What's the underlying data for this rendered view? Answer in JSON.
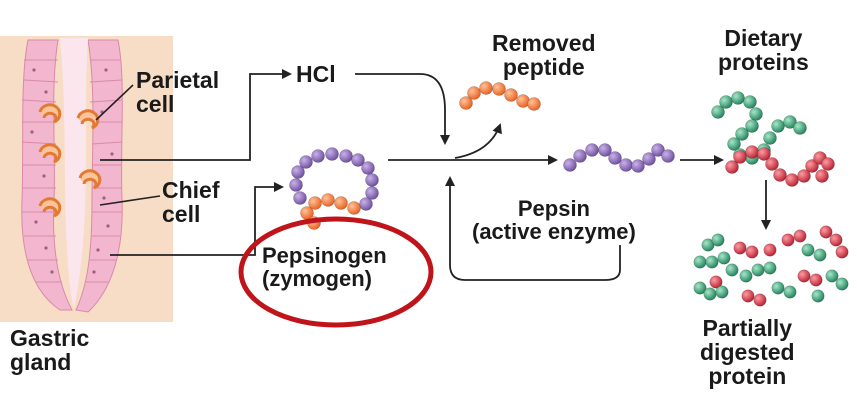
{
  "labels": {
    "parietal": [
      "Parietal",
      "cell"
    ],
    "chief": [
      "Chief",
      "cell"
    ],
    "gastric": [
      "Gastric",
      "gland"
    ],
    "hcl": "HCl",
    "removed": [
      "Removed",
      "peptide"
    ],
    "dietary": [
      "Dietary",
      "proteins"
    ],
    "pepsin": [
      "Pepsin",
      "(active enzyme)"
    ],
    "pepsinogen": [
      "Pepsinogen",
      "(zymogen)"
    ],
    "digested": [
      "Partially",
      "digested",
      "protein"
    ]
  },
  "colors": {
    "gland_bg": "#f7dcc6",
    "gland_cells": "#f2b6cf",
    "parietal_cell": "#f09a5c",
    "purple_bead": "#8d6bb8",
    "orange_bead": "#f47a38",
    "green_bead": "#3aa67f",
    "red_bead": "#e0404f",
    "highlight_ring": "#c0141b",
    "arrow": "#222222"
  },
  "icons": [
    "gastric-gland-illustration",
    "pepsinogen-chain",
    "pepsin-chain",
    "removed-peptide-chain",
    "dietary-protein-chains",
    "digested-fragments"
  ]
}
